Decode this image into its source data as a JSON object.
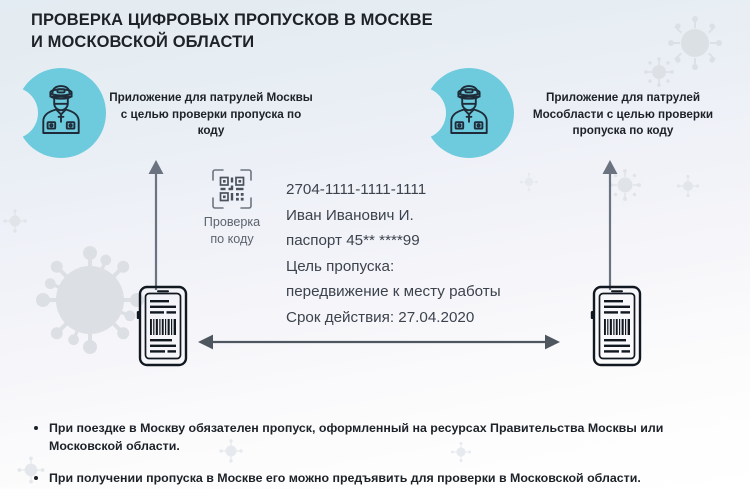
{
  "title": {
    "line1": "ПРОВЕРКА ЦИФРОВЫХ ПРОПУСКОВ В МОСКВЕ",
    "line2": "И МОСКОВСКОЙ ОБЛАСТИ"
  },
  "badges": [
    {
      "icon": "police-officer-icon",
      "caption": "Приложение для патрулей Москвы с целью проверки пропуска по коду",
      "color": "#6ecbdd"
    },
    {
      "icon": "police-officer-icon",
      "caption": "Приложение для патрулей Мособласти с целью проверки пропуска по коду",
      "color": "#6ecbdd"
    }
  ],
  "qr_check": {
    "icon": "qr-scan-icon",
    "label_line1": "Проверка",
    "label_line2": "по коду"
  },
  "pass": {
    "number": "2704-1111-1111-1111",
    "name": "Иван Иванович И.",
    "passport": "паспорт 45** ****99",
    "purpose_label": "Цель пропуска:",
    "purpose_value": "передвижение к месту работы",
    "valid_until": "Срок действия: 27.04.2020"
  },
  "devices": [
    {
      "icon": "smartphone-pass-icon"
    },
    {
      "icon": "smartphone-pass-icon"
    }
  ],
  "arrows": [
    {
      "name": "arrow-up-left",
      "direction": "up"
    },
    {
      "name": "arrow-up-right",
      "direction": "up"
    },
    {
      "name": "arrow-horizontal",
      "direction": "both"
    }
  ],
  "notes": [
    "При поездке в Москву обязателен пропуск, оформленный на ресурсах Правительства Москвы или Московской области.",
    "При получении пропуска в Москве его можно предъявить для проверки в Московской области."
  ],
  "colors": {
    "accent": "#6ecbdd",
    "text_dark": "#1d2228",
    "text_body": "#3c434d",
    "text_muted": "#5c636e",
    "virus": "#dcdfe3",
    "background_top": "#e3ecf2",
    "background_bottom": "#ffffff"
  }
}
